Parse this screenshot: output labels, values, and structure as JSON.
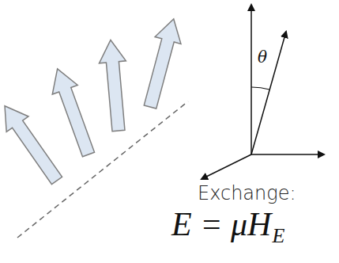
{
  "diagram": {
    "labels": [
      "θ",
      "Exchange:",
      "E = μH",
      "E"
    ]
  }
}
